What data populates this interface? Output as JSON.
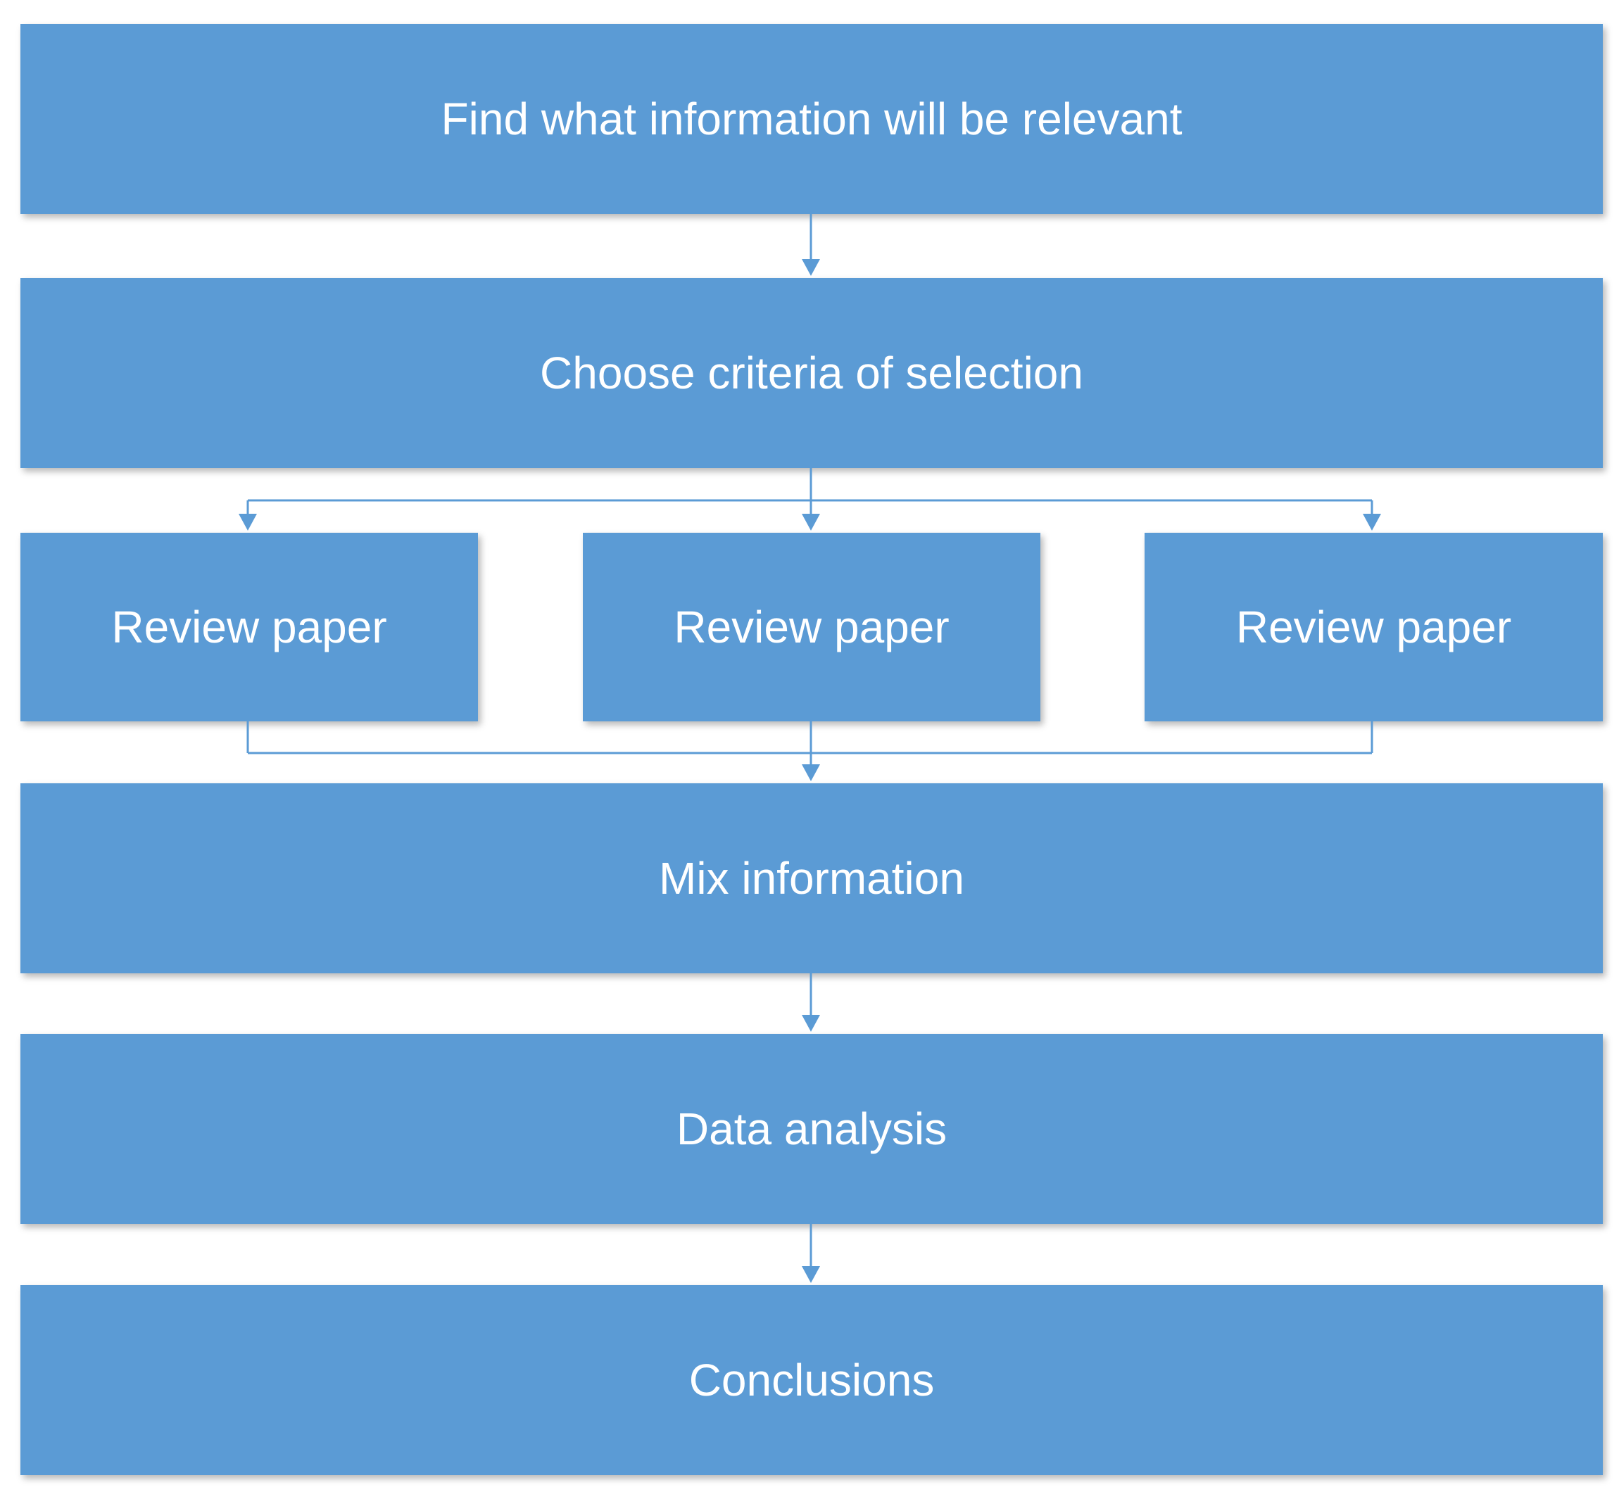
{
  "diagram": {
    "steps": {
      "find": "Find what information will be relevant",
      "criteria": "Choose criteria of selection",
      "reviews": [
        "Review paper",
        "Review paper",
        "Review paper"
      ],
      "mix": "Mix information",
      "analysis": "Data analysis",
      "conclusions": "Conclusions"
    },
    "colors": {
      "box_fill": "#5b9bd5",
      "text": "#ffffff",
      "connector": "#5b9bd5"
    }
  }
}
